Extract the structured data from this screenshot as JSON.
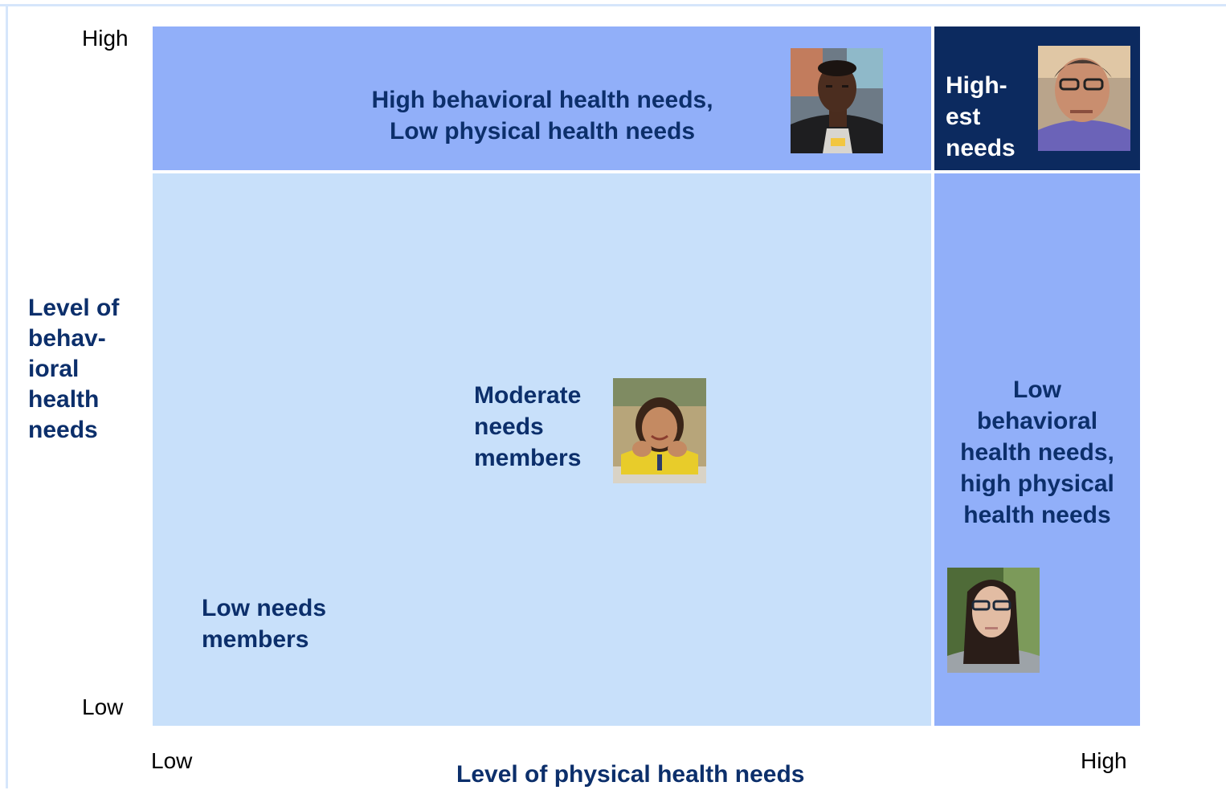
{
  "y_axis": {
    "label_lines": [
      "Level of",
      "behav-",
      "ioral",
      "health",
      "needs"
    ],
    "tick_high": "High",
    "tick_low": "Low"
  },
  "x_axis": {
    "label": "Level of physical health needs",
    "tick_low": "Low",
    "tick_high": "High"
  },
  "quadrants": {
    "top_left": {
      "lines": [
        "High behavioral health needs,",
        "Low physical health needs"
      ],
      "color": "#91aff9"
    },
    "top_right": {
      "lines": [
        "High-",
        "est",
        "needs"
      ],
      "color": "#0c2a5f"
    },
    "bottom_left": {
      "color": "#c8e0fa",
      "moderate_lines": [
        "Moderate",
        "needs",
        "members"
      ],
      "low_lines": [
        "Low needs",
        "members"
      ]
    },
    "bottom_right": {
      "lines": [
        "Low",
        "behavioral",
        "health needs,",
        "high physical",
        "health needs"
      ],
      "color": "#91aff9"
    }
  },
  "photos": {
    "young_man": "young-man-photo",
    "older_woman": "older-woman-photo",
    "girl": "girl-photo",
    "woman_glasses": "woman-glasses-photo"
  }
}
